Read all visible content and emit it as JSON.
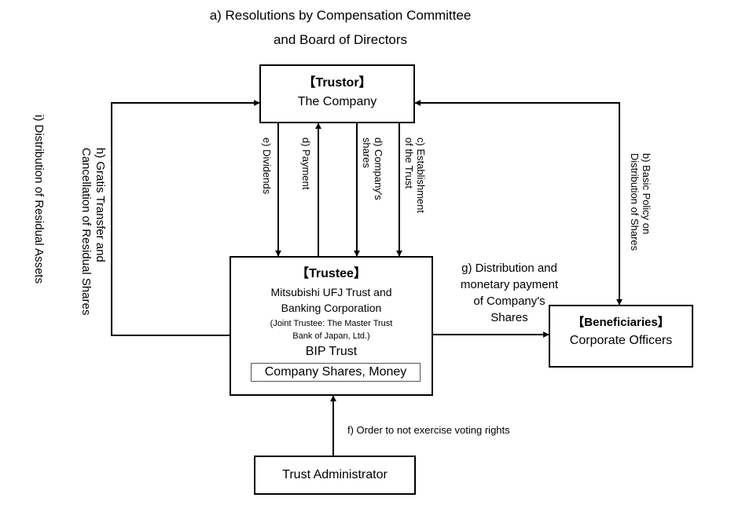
{
  "header": {
    "line1": "a) Resolutions by Compensation Committee",
    "line2": "and Board of Directors"
  },
  "trustor": {
    "title": "【Trustor】",
    "name": "The Company"
  },
  "trustee": {
    "title": "【Trustee】",
    "name_line1": "Mitsubishi UFJ Trust and",
    "name_line2": "Banking Corporation",
    "joint_line1": "(Joint Trustee: The Master Trust",
    "joint_line2": "Bank of Japan, Ltd.)",
    "trust_name": "BIP Trust",
    "assets": "Company Shares, Money"
  },
  "beneficiaries": {
    "title": "【Beneficiaries】",
    "name": "Corporate Officers"
  },
  "administrator": {
    "name": "Trust Administrator"
  },
  "flows": {
    "e_dividends": "e) Dividends",
    "d_payment": "d) Payment",
    "d_shares_line1": "d)  Company's",
    "d_shares_line2": "shares",
    "c_establish_line1": "c) Establishment",
    "c_establish_line2": "of the Trust",
    "b_policy_line1": "b) Basic Policy on",
    "b_policy_line2": "Distribution of Shares",
    "h_gratis_line1": "h) Gratis Transfer and",
    "h_gratis_line2": "Cancellation of Residual Shares",
    "i_residual": "i) Distribution of Residual Assets",
    "g_line1": "g) Distribution and",
    "g_line2": "monetary payment",
    "g_line3": "of Company's",
    "g_line4": "Shares",
    "f_order": "f) Order to not exercise voting rights"
  }
}
